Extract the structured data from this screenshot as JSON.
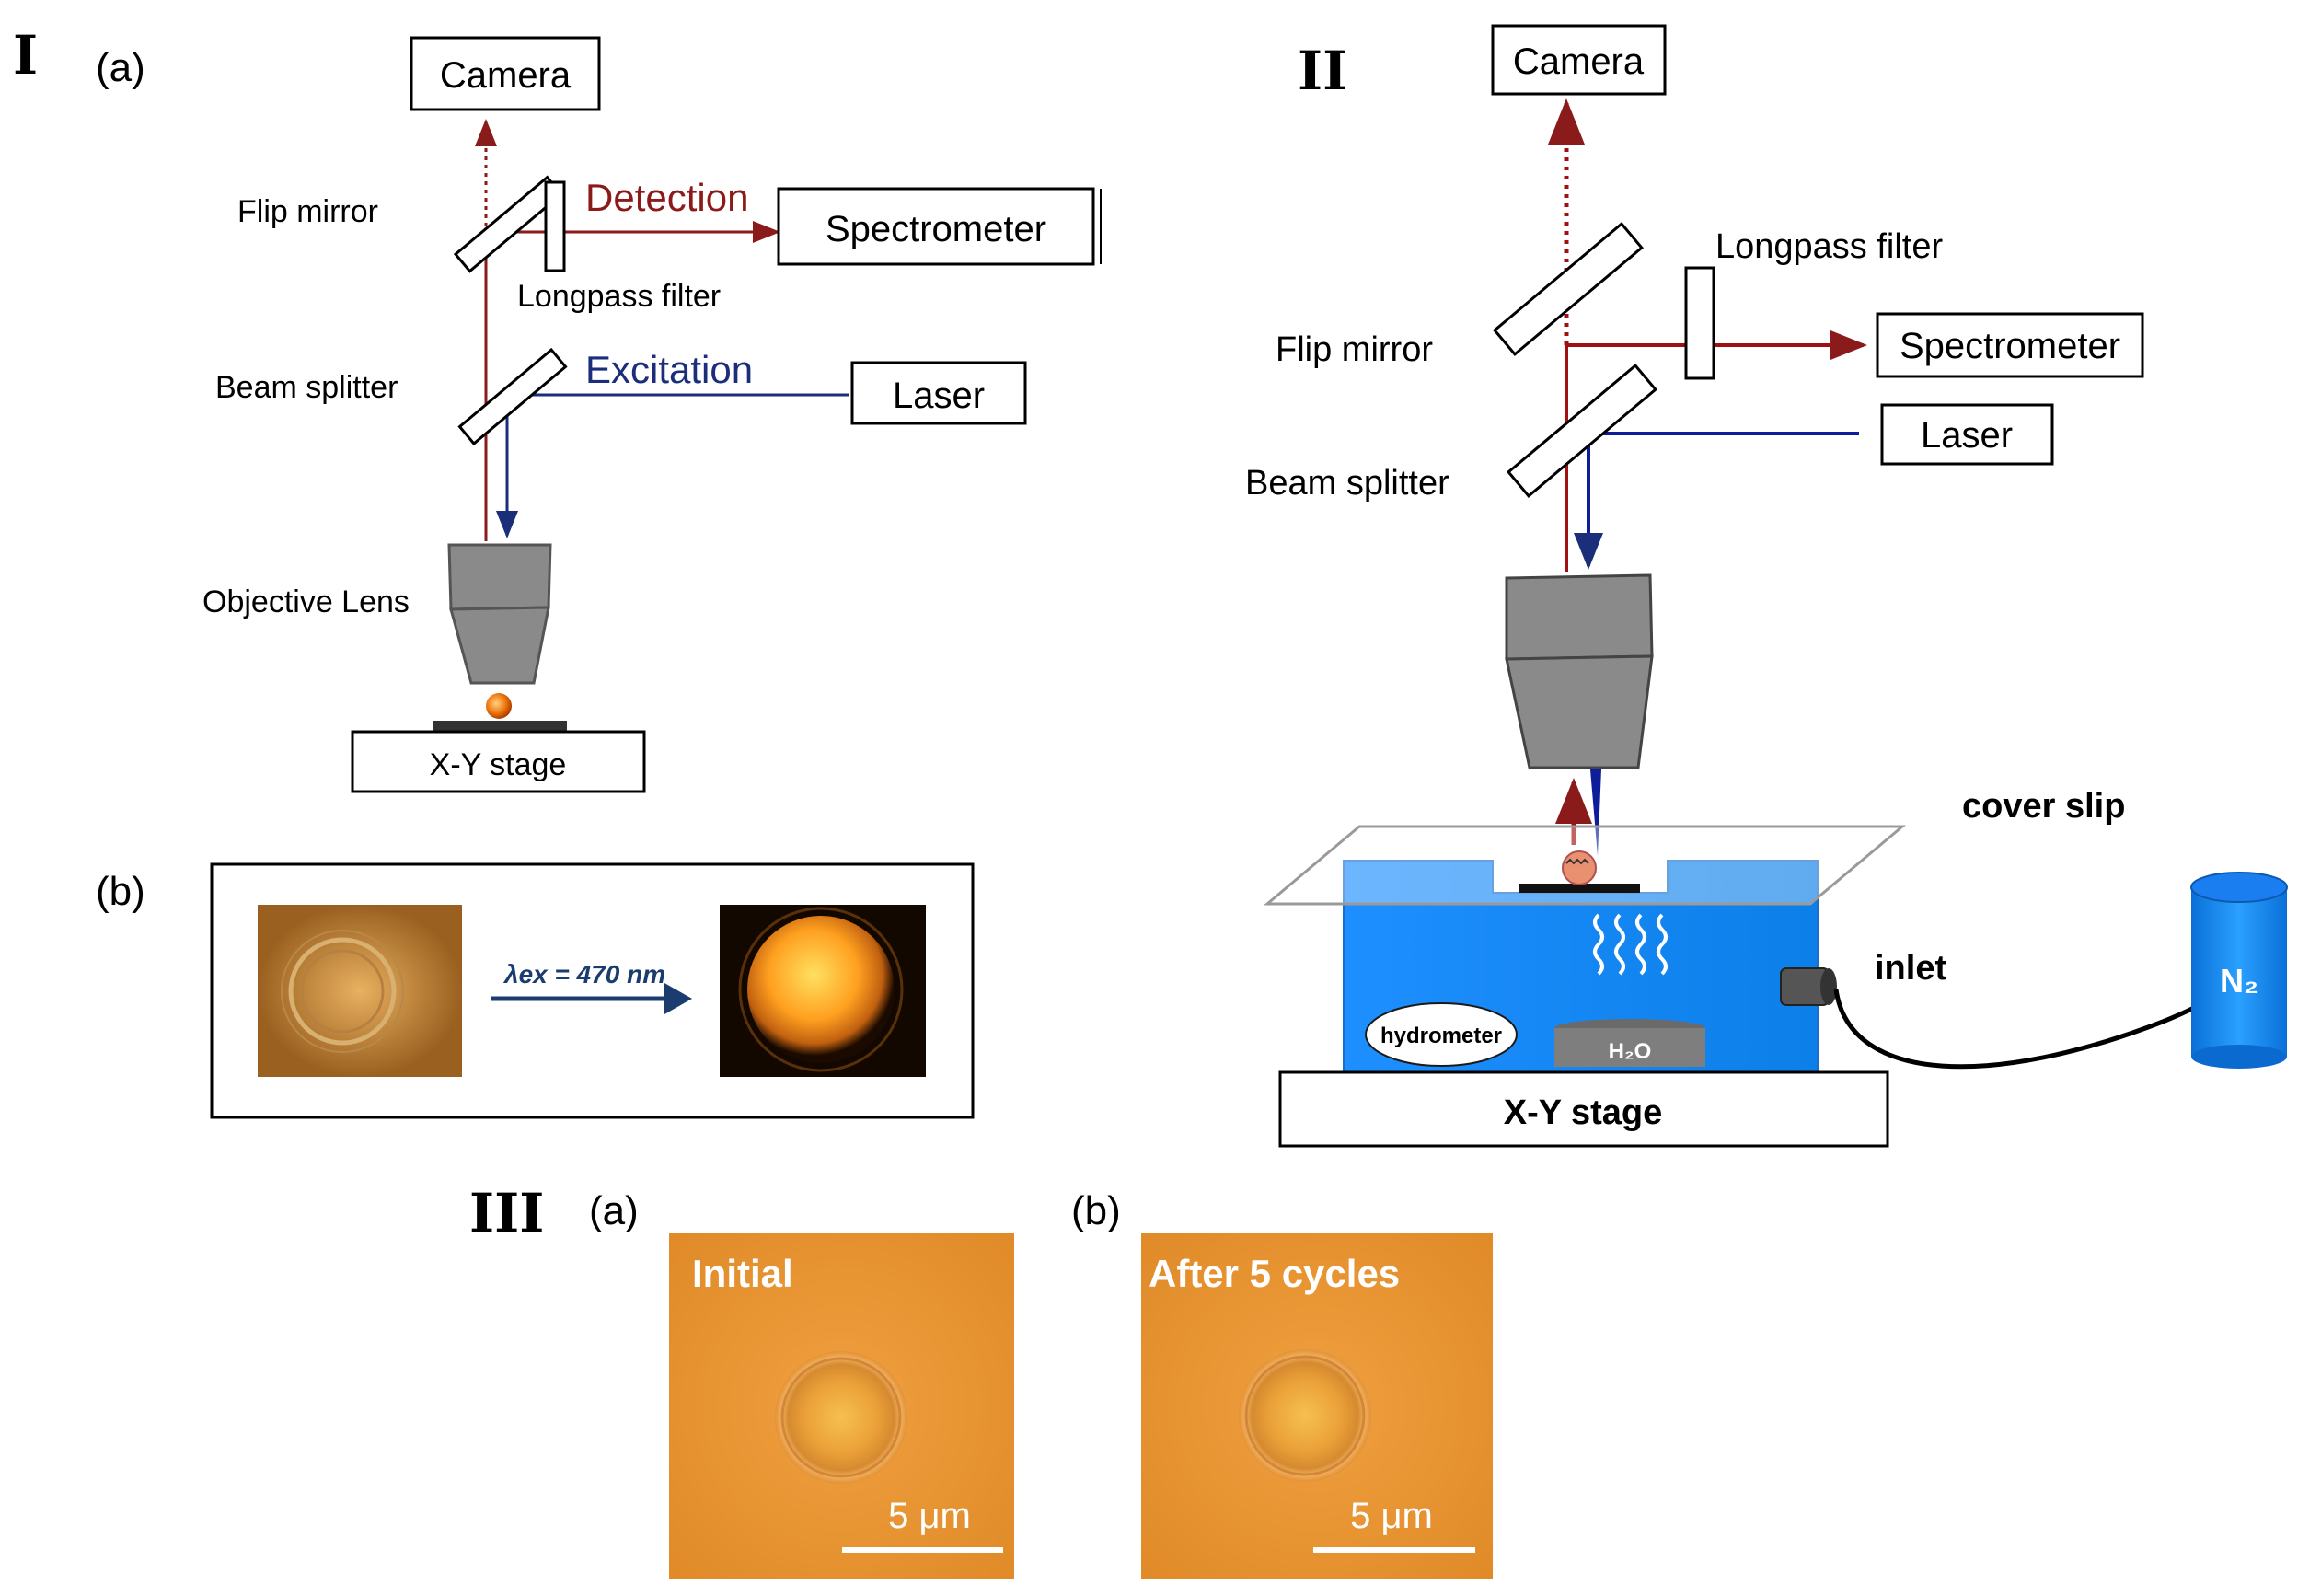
{
  "panel_I": {
    "numeral": "I",
    "sub_a": "(a)",
    "sub_b": "(b)",
    "camera": "Camera",
    "spectrometer": "Spectrometer",
    "laser": "Laser",
    "flip_mirror": "Flip mirror",
    "longpass_filter": "Longpass filter",
    "beam_splitter": "Beam splitter",
    "objective_lens": "Objective Lens",
    "detection": "Detection",
    "excitation": "Excitation",
    "stage": "X-Y stage",
    "excitation_wavelength": "λex = 470 nm"
  },
  "panel_II": {
    "numeral": "II",
    "camera": "Camera",
    "longpass_filter": "Longpass filter",
    "flip_mirror": "Flip mirror",
    "spectrometer": "Spectrometer",
    "laser": "Laser",
    "beam_splitter": "Beam splitter",
    "cover_slip": "cover slip",
    "inlet": "inlet",
    "hydrometer": "hydrometer",
    "water": "H₂O",
    "nitrogen": "N₂",
    "stage": "X-Y stage"
  },
  "panel_III": {
    "numeral": "III",
    "sub_a": "(a)",
    "sub_b": "(b)",
    "initial": "Initial",
    "after": "After 5 cycles",
    "scale_a": "5 μm",
    "scale_b": "5 μm"
  },
  "colors": {
    "detection": "#8b1a1a",
    "excitation": "#1a2e7a",
    "lens": "#8a8a8a",
    "chamber": "#1e90ff",
    "micrograph": "#e8932e"
  }
}
